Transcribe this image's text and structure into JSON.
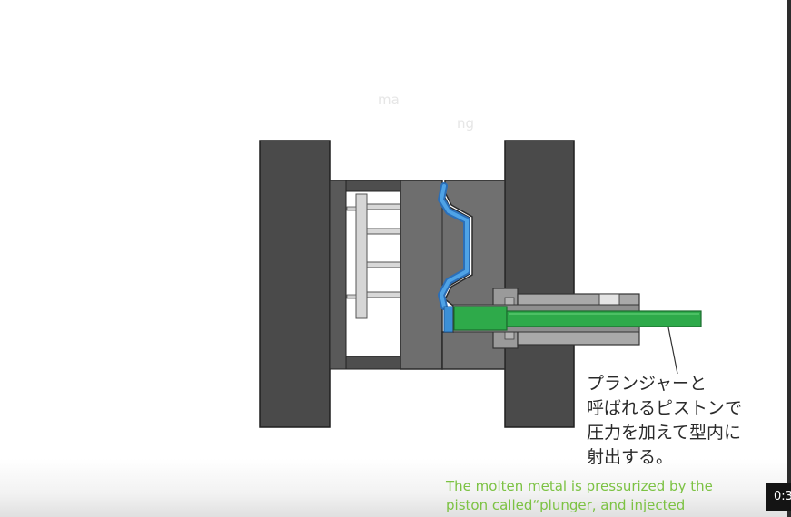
{
  "faded_text": {
    "line_1": "ma",
    "line_2": "ng"
  },
  "caption_jp": [
    "プランジャーと",
    "呼ばれるピストンで",
    "圧力を加えて型内に",
    "射出する。"
  ],
  "caption_en": [
    "The molten metal is pressurized by the",
    "piston called“plunger, and injected"
  ],
  "player": {
    "timestamp": "0:3"
  },
  "colors": {
    "platen": "#4a4a4a",
    "die": "#6e6e6e",
    "casting": "#3b8fd6",
    "plunger": "#2eaa4a",
    "sleeve": "#a9a9a9",
    "ejector_pin": "#d8d8d8",
    "english_caption": "#7cc243"
  }
}
